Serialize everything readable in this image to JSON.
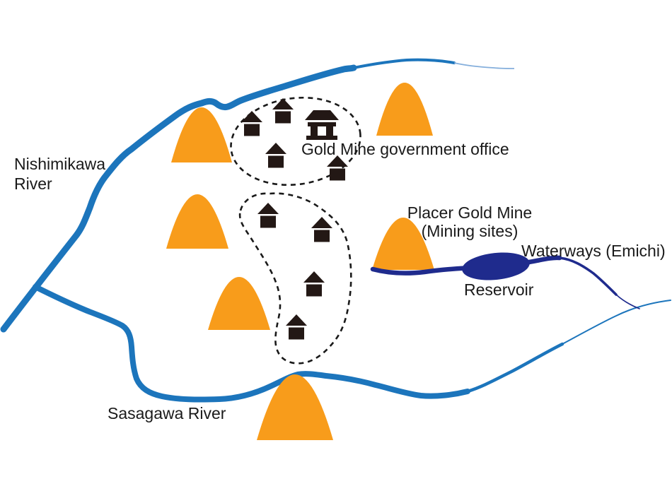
{
  "map": {
    "labels": {
      "nishimikawa_line1": "Nishimikawa",
      "nishimikawa_line2": "River",
      "sasagawa": "Sasagawa River",
      "gold_mine_office": "Gold Mine government office",
      "placer_line1": "Placer Gold Mine",
      "placer_line2": "(Mining sites)",
      "waterways": "Waterways (Emichi)",
      "reservoir": "Reservoir"
    },
    "colors": {
      "background": "#FFFFFF",
      "mountain_orange": "#F89C1B",
      "river_blue": "#1C75BC",
      "river_blue_light": "#85AFDC",
      "waterway_navy": "#1F2B8D",
      "building_dark": "#231815",
      "cluster_outline": "#1A1A1A",
      "text": "#1A1A1A"
    },
    "icons": {
      "house": "house-icon",
      "government_office": "government-office-icon",
      "mountain": "mountain-icon",
      "reservoir": "reservoir-ellipse"
    },
    "features": {
      "mountain_count": 6,
      "house_count": 8,
      "settlement_cluster_count": 2,
      "river_count": 2,
      "waterway_count": 1,
      "reservoir_count": 1
    }
  }
}
